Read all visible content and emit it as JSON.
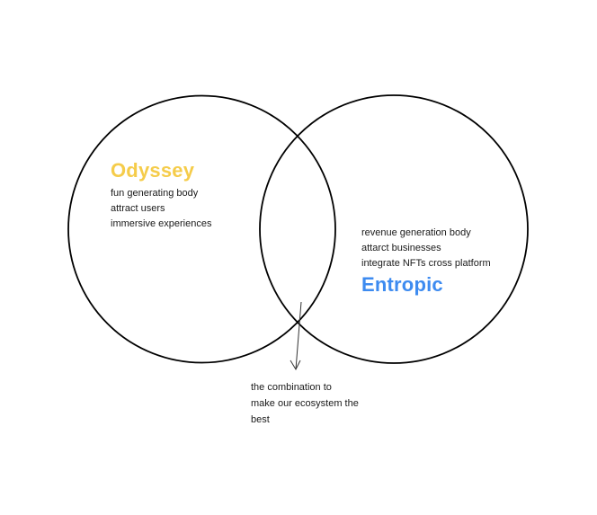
{
  "colors": {
    "odyssey": "#f5cc4a",
    "entropic": "#3d8bf0",
    "text": "#1a1a1a",
    "stroke": "#000000",
    "background": "#ffffff"
  },
  "diagram": {
    "type": "venn",
    "sets": [
      {
        "id": "odyssey",
        "title": "Odyssey",
        "items": [
          "fun generating body",
          "attract users",
          "immersive experiences"
        ]
      },
      {
        "id": "entropic",
        "title": "Entropic",
        "items": [
          "revenue generation body",
          "attarct businesses",
          "integrate NFTs cross platform"
        ]
      }
    ],
    "intersection_note": {
      "lines": [
        "the combination  to",
        "make our ecosystem the",
        "best"
      ]
    }
  }
}
